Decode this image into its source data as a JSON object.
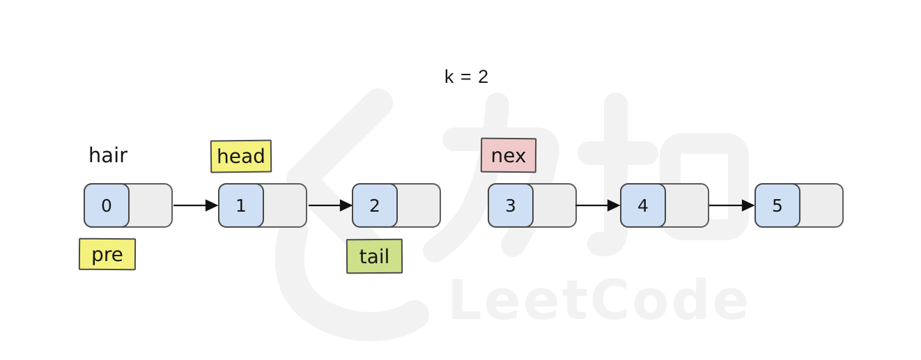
{
  "diagram": {
    "title": "k = 2",
    "pointers": {
      "hair": "hair",
      "head": "head",
      "pre": "pre",
      "tail": "tail",
      "nex": "nex"
    },
    "nodes": [
      {
        "value": "0"
      },
      {
        "value": "1"
      },
      {
        "value": "2"
      },
      {
        "value": "3"
      },
      {
        "value": "4"
      },
      {
        "value": "5"
      }
    ],
    "edges": [
      {
        "from": "0",
        "to": "1"
      },
      {
        "from": "1",
        "to": "2"
      },
      {
        "from": "3",
        "to": "4"
      },
      {
        "from": "4",
        "to": "5"
      }
    ],
    "watermark": {
      "brand": "LeetCode"
    },
    "colors": {
      "node_value_fill": "#cfe0f5",
      "node_next_fill": "#ededed",
      "note_yellow": "#f5f17e",
      "note_green": "#cde18a",
      "note_pink": "#f0caca",
      "border_dark": "#4a4a4a",
      "watermark_gray": "#f2f2f2"
    }
  }
}
